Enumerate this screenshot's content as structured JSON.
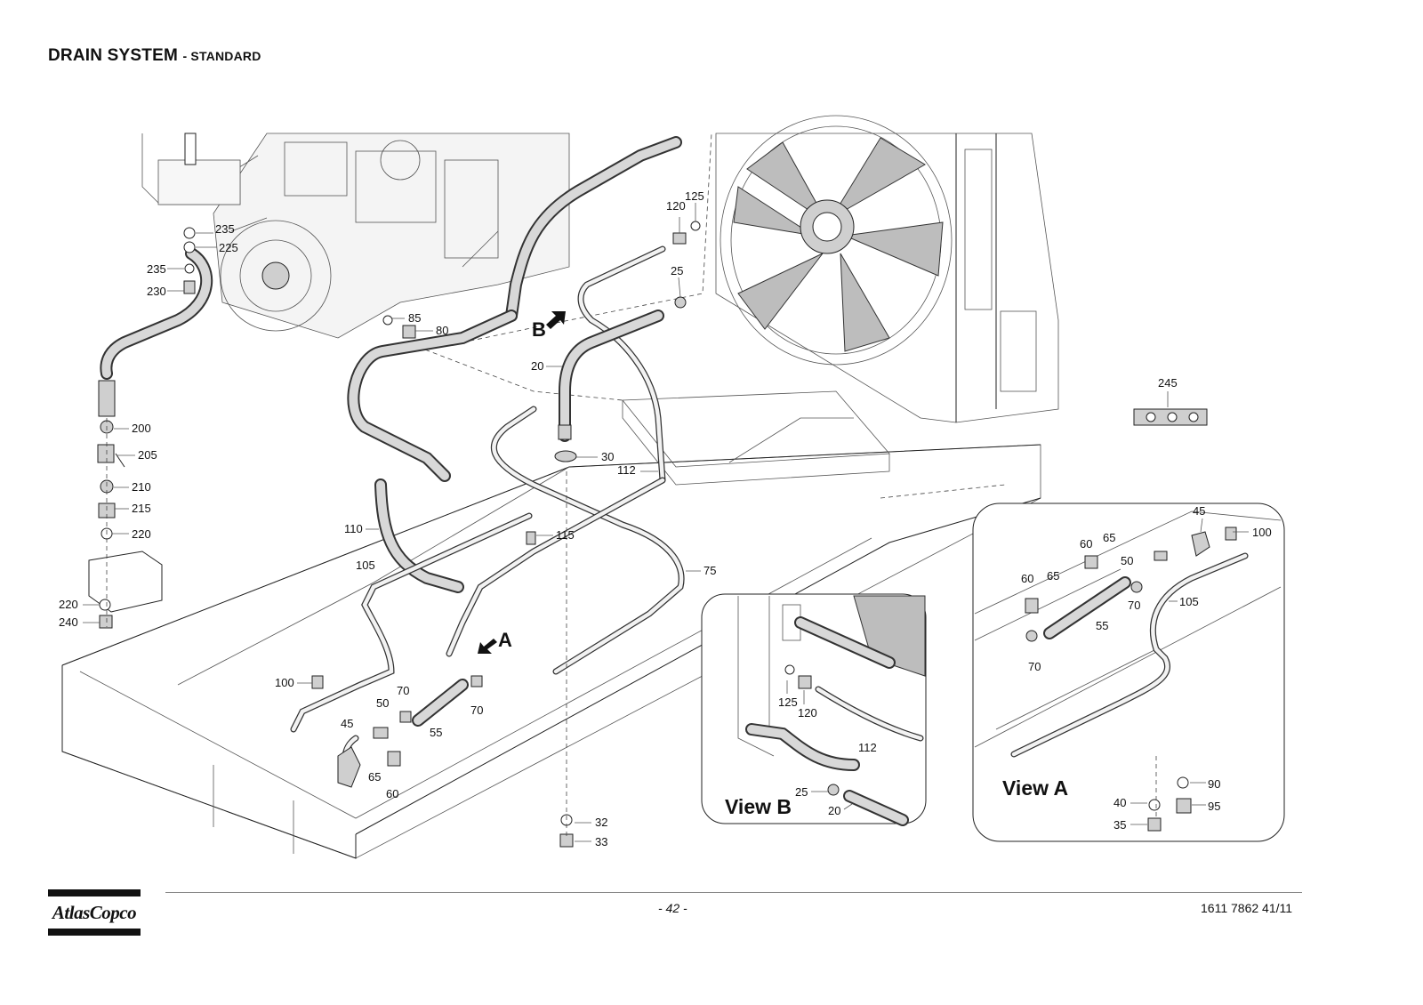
{
  "header": {
    "title_main": "DRAIN SYSTEM",
    "title_sub": "- STANDARD"
  },
  "callouts": {
    "c245": "245",
    "c235a": "235",
    "c225": "225",
    "c235b": "235",
    "c230": "230",
    "c85": "85",
    "c80": "80",
    "c120": "120",
    "c125": "125",
    "c25": "25",
    "cB": "B",
    "c20": "20",
    "c30": "30",
    "c112": "112",
    "c200": "200",
    "c205": "205",
    "c210": "210",
    "c215": "215",
    "c220a": "220",
    "c110": "110",
    "c115": "115",
    "c105": "105",
    "c75": "75",
    "c220b": "220",
    "c240": "240",
    "cA": "A",
    "c100": "100",
    "c70a": "70",
    "c50": "50",
    "c70b": "70",
    "c45": "45",
    "c55": "55",
    "c65": "65",
    "c60": "60",
    "c32": "32",
    "c33": "33"
  },
  "view_b": {
    "title": "View B",
    "callouts": {
      "c125": "125",
      "c120": "120",
      "c112": "112",
      "c25": "25",
      "c20": "20"
    }
  },
  "view_a": {
    "title": "View A",
    "callouts": {
      "c45": "45",
      "c100": "100",
      "c60a": "60",
      "c65a": "65",
      "c50": "50",
      "c60b": "60",
      "c65b": "65",
      "c70a": "70",
      "c105": "105",
      "c55": "55",
      "c70b": "70",
      "c90": "90",
      "c40": "40",
      "c95": "95",
      "c35": "35"
    }
  },
  "footer": {
    "page": "- 42 -",
    "doc_number": "1611 7862 41/11",
    "logo_text": "AtlasCopco"
  }
}
